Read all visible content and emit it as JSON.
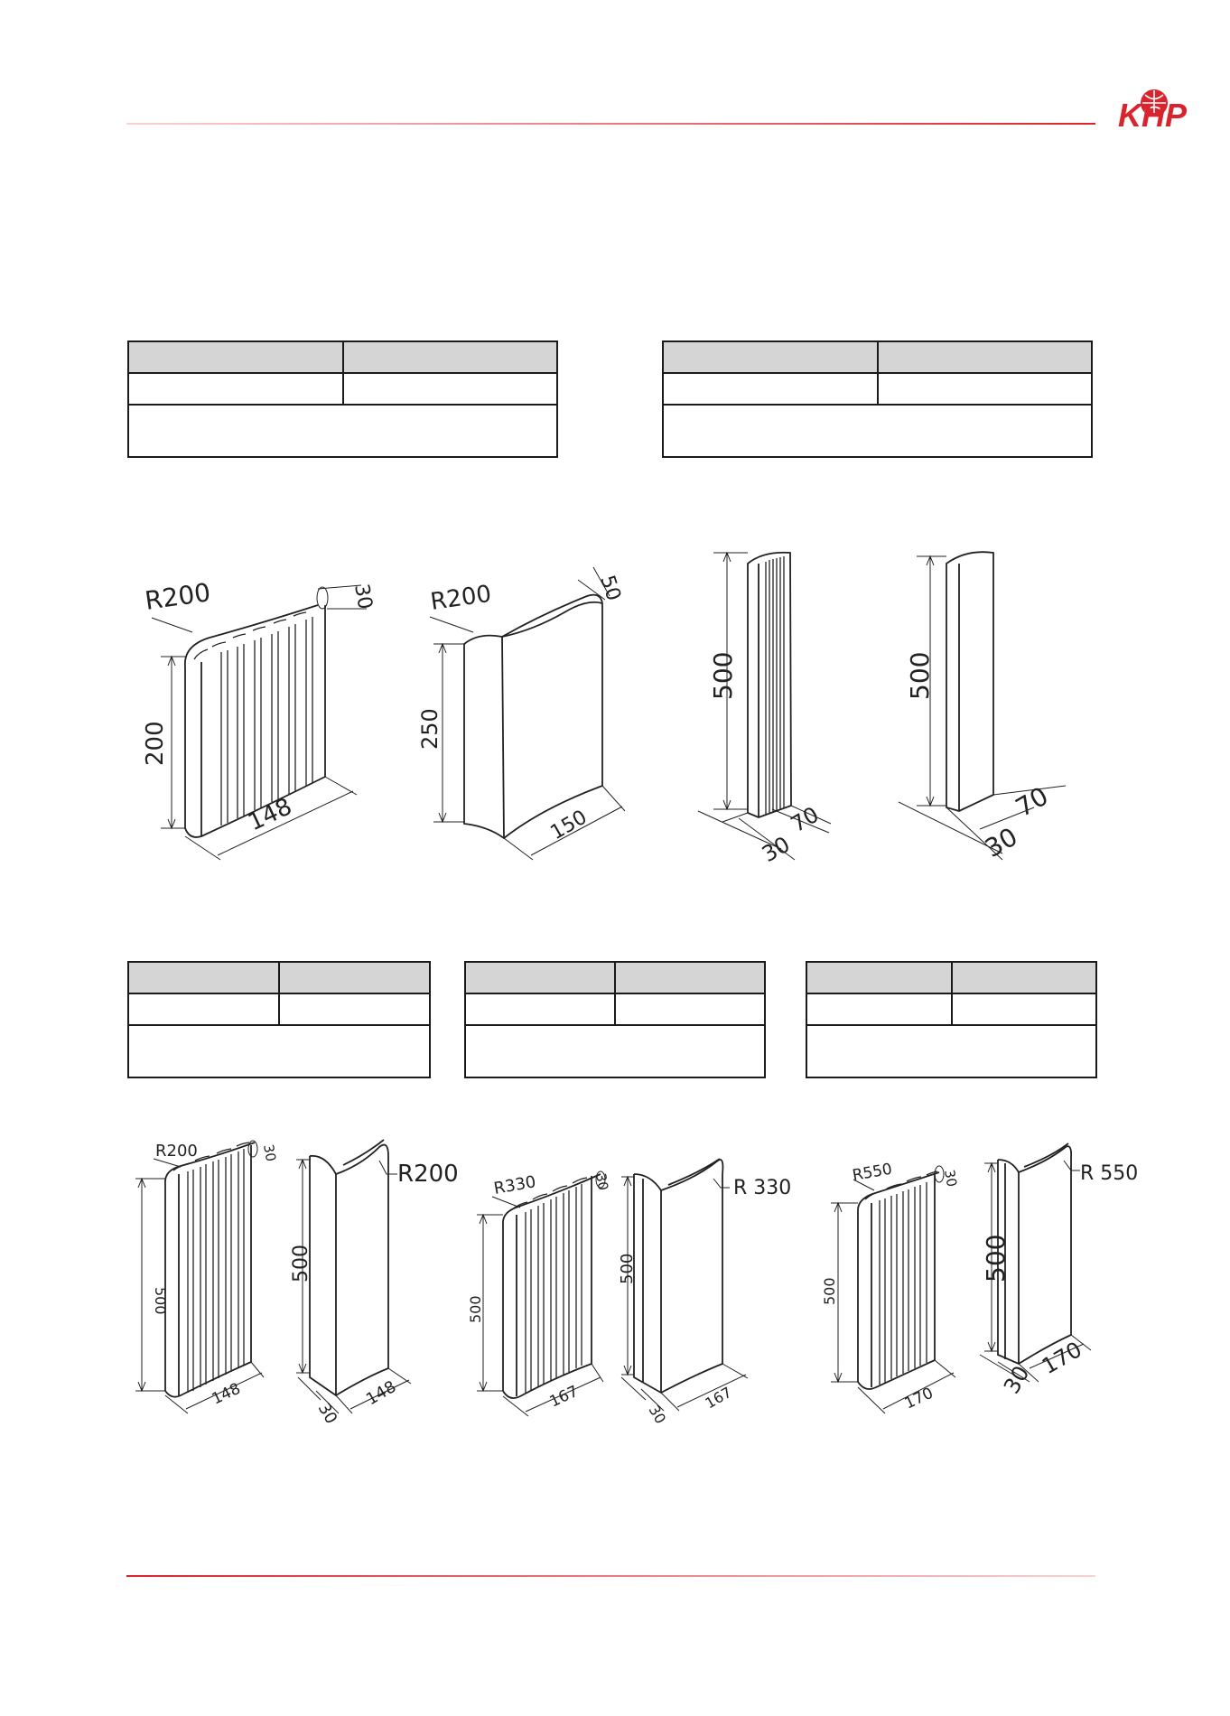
{
  "brand": {
    "logo_text": "KHP",
    "accent_color": "#d9242e"
  },
  "tables": [
    {
      "head": [
        "",
        ""
      ],
      "sub": [
        "",
        ""
      ],
      "desc": ""
    },
    {
      "head": [
        "",
        ""
      ],
      "sub": [
        "",
        ""
      ],
      "desc": ""
    },
    {
      "head": [
        "",
        ""
      ],
      "sub": [
        "",
        ""
      ],
      "desc": ""
    },
    {
      "head": [
        "",
        ""
      ],
      "sub": [
        "",
        ""
      ],
      "desc": ""
    },
    {
      "head": [
        "",
        ""
      ],
      "sub": [
        "",
        ""
      ],
      "desc": ""
    }
  ],
  "drawings": {
    "d1": {
      "radius": "R200",
      "height": "200",
      "width": "148",
      "depth": "30"
    },
    "d2": {
      "radius": "R200",
      "height": "250",
      "width": "150",
      "depth": "50"
    },
    "d3": {
      "height": "500",
      "width": "70",
      "depth": "30"
    },
    "d4": {
      "height": "500",
      "width": "70",
      "depth": "30"
    },
    "d5": {
      "radius": "R200",
      "height": "500",
      "width": "148",
      "depth": "30"
    },
    "d6": {
      "radius": "R200",
      "height": "500",
      "width": "148",
      "depth": "30"
    },
    "d7": {
      "radius": "R330",
      "height": "500",
      "width": "167",
      "depth": "30"
    },
    "d8": {
      "radius": "R 330",
      "height": "500",
      "width": "167",
      "depth": "30"
    },
    "d9": {
      "radius": "R550",
      "height": "500",
      "width": "170",
      "depth": "30"
    },
    "d10": {
      "radius": "R 550",
      "height": "500",
      "width": "170",
      "depth": "30"
    }
  }
}
